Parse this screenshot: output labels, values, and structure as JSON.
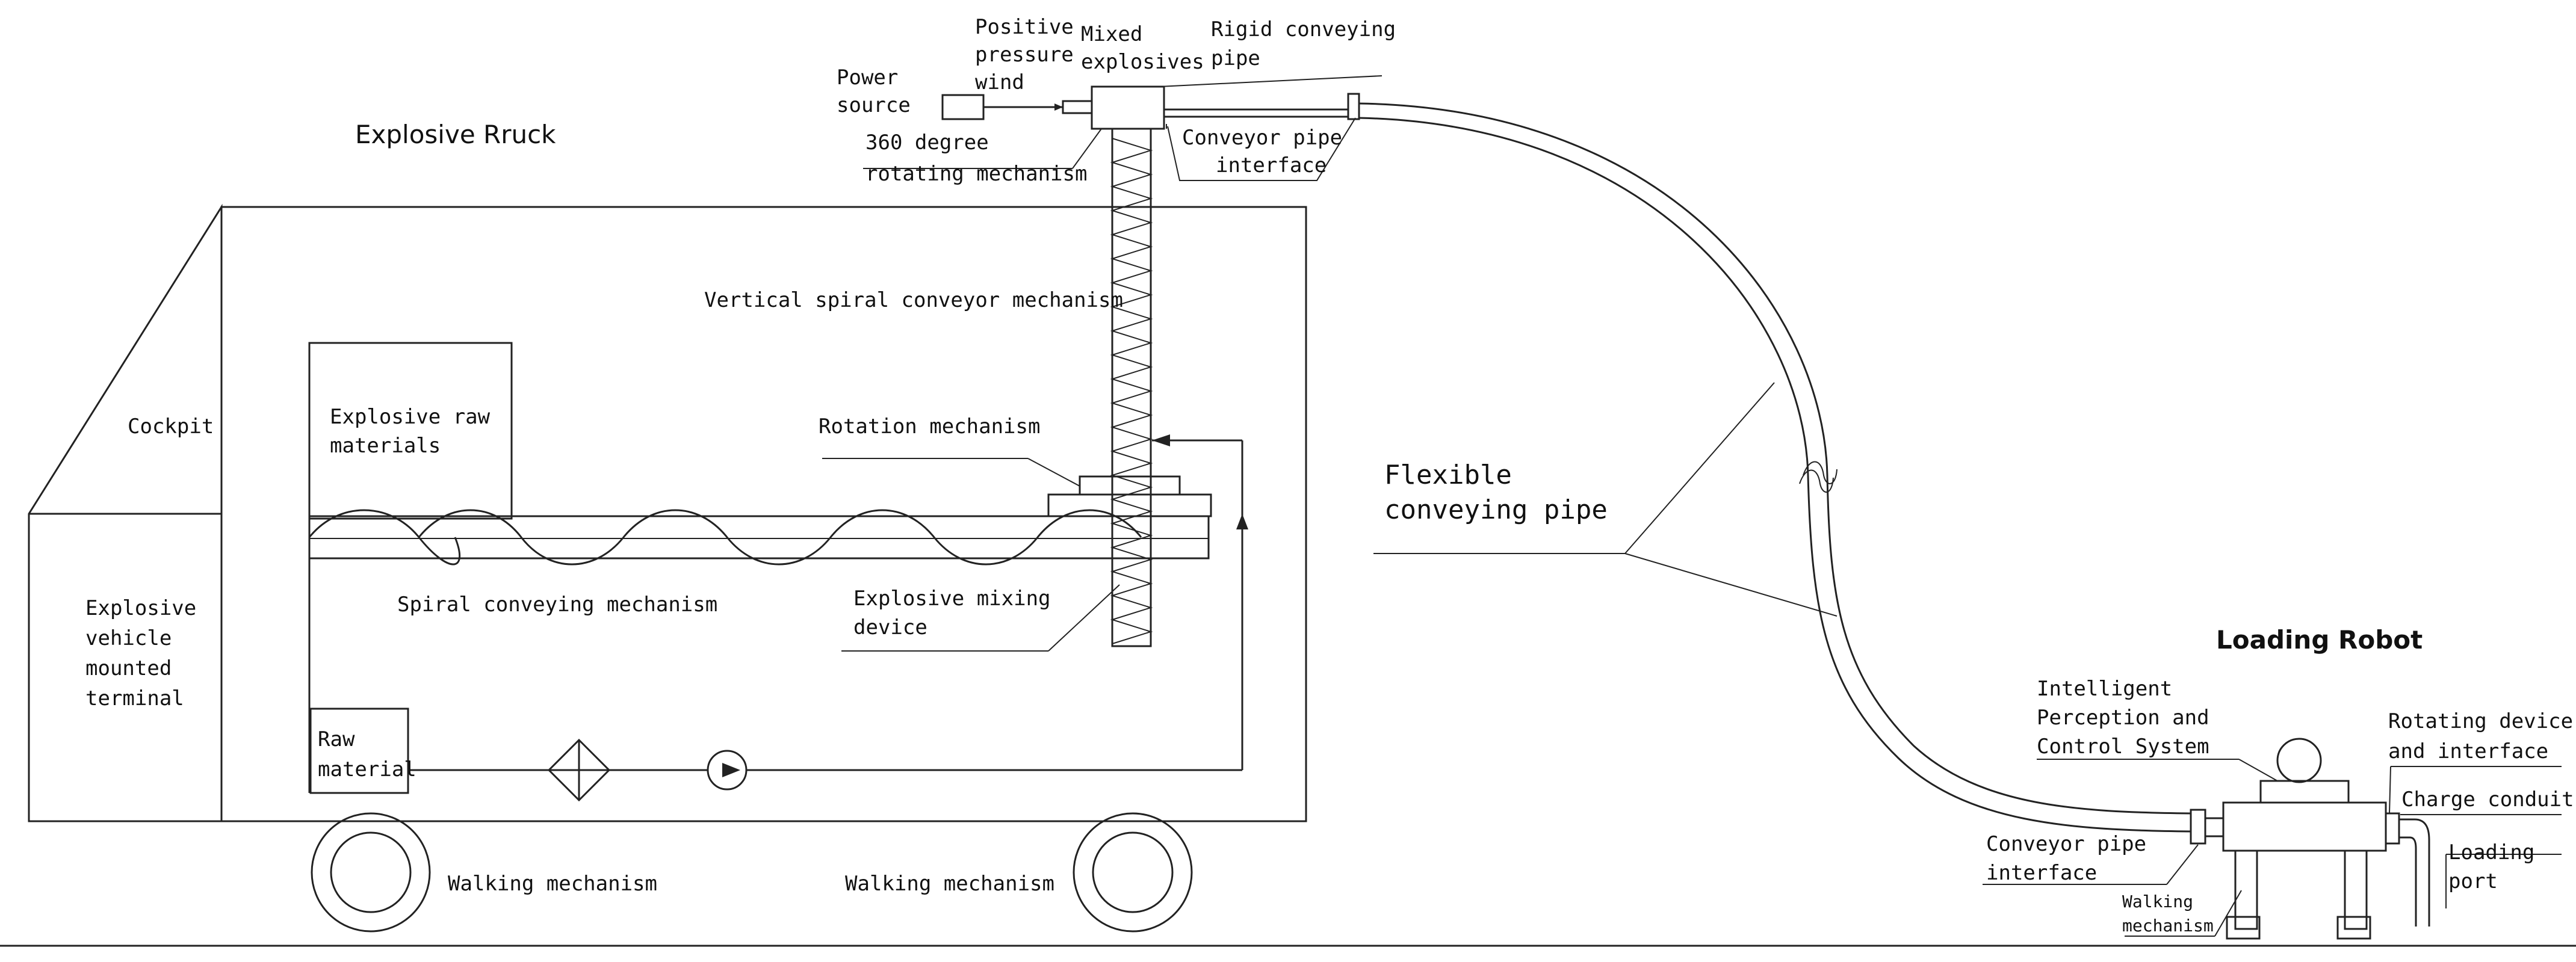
{
  "titles": {
    "truck": "Explosive Rruck",
    "robot": "Loading Robot"
  },
  "labels": {
    "power_source": [
      "Power",
      "source"
    ],
    "positive_pressure_wind": [
      "Positive",
      "pressure",
      "wind"
    ],
    "mixed_explosives": [
      "Mixed",
      "explosives"
    ],
    "rigid_conveying_pipe": [
      "Rigid conveying",
      "pipe"
    ],
    "rotating_360": [
      "360 degree",
      "rotating mechanism"
    ],
    "conveyor_pipe_interface_top": [
      "Conveyor pipe",
      "interface"
    ],
    "vertical_spiral": "Vertical spiral conveyor mechanism",
    "cockpit": "Cockpit",
    "explosive_raw_materials": [
      "Explosive raw",
      "materials"
    ],
    "rotation_mechanism": "Rotation mechanism",
    "spiral_conveying": "Spiral conveying mechanism",
    "explosive_mixing_device": [
      "Explosive mixing",
      "device"
    ],
    "terminal": [
      "Explosive",
      "vehicle",
      "mounted",
      "terminal"
    ],
    "raw_material": [
      "Raw",
      "material"
    ],
    "walking_left": "Walking mechanism",
    "walking_right": "Walking mechanism",
    "flexible_pipe": [
      "Flexible",
      "conveying pipe"
    ],
    "intelligent_perception": [
      "Intelligent",
      "Perception and",
      "Control System"
    ],
    "rotating_device": [
      "Rotating device",
      "and interface"
    ],
    "charge_conduit": "Charge conduit",
    "conveyor_pipe_interface_robot": [
      "Conveyor pipe",
      "interface"
    ],
    "loading_port": [
      "Loading",
      "port"
    ],
    "walking_robot": [
      "Walking",
      "mechanism"
    ]
  }
}
